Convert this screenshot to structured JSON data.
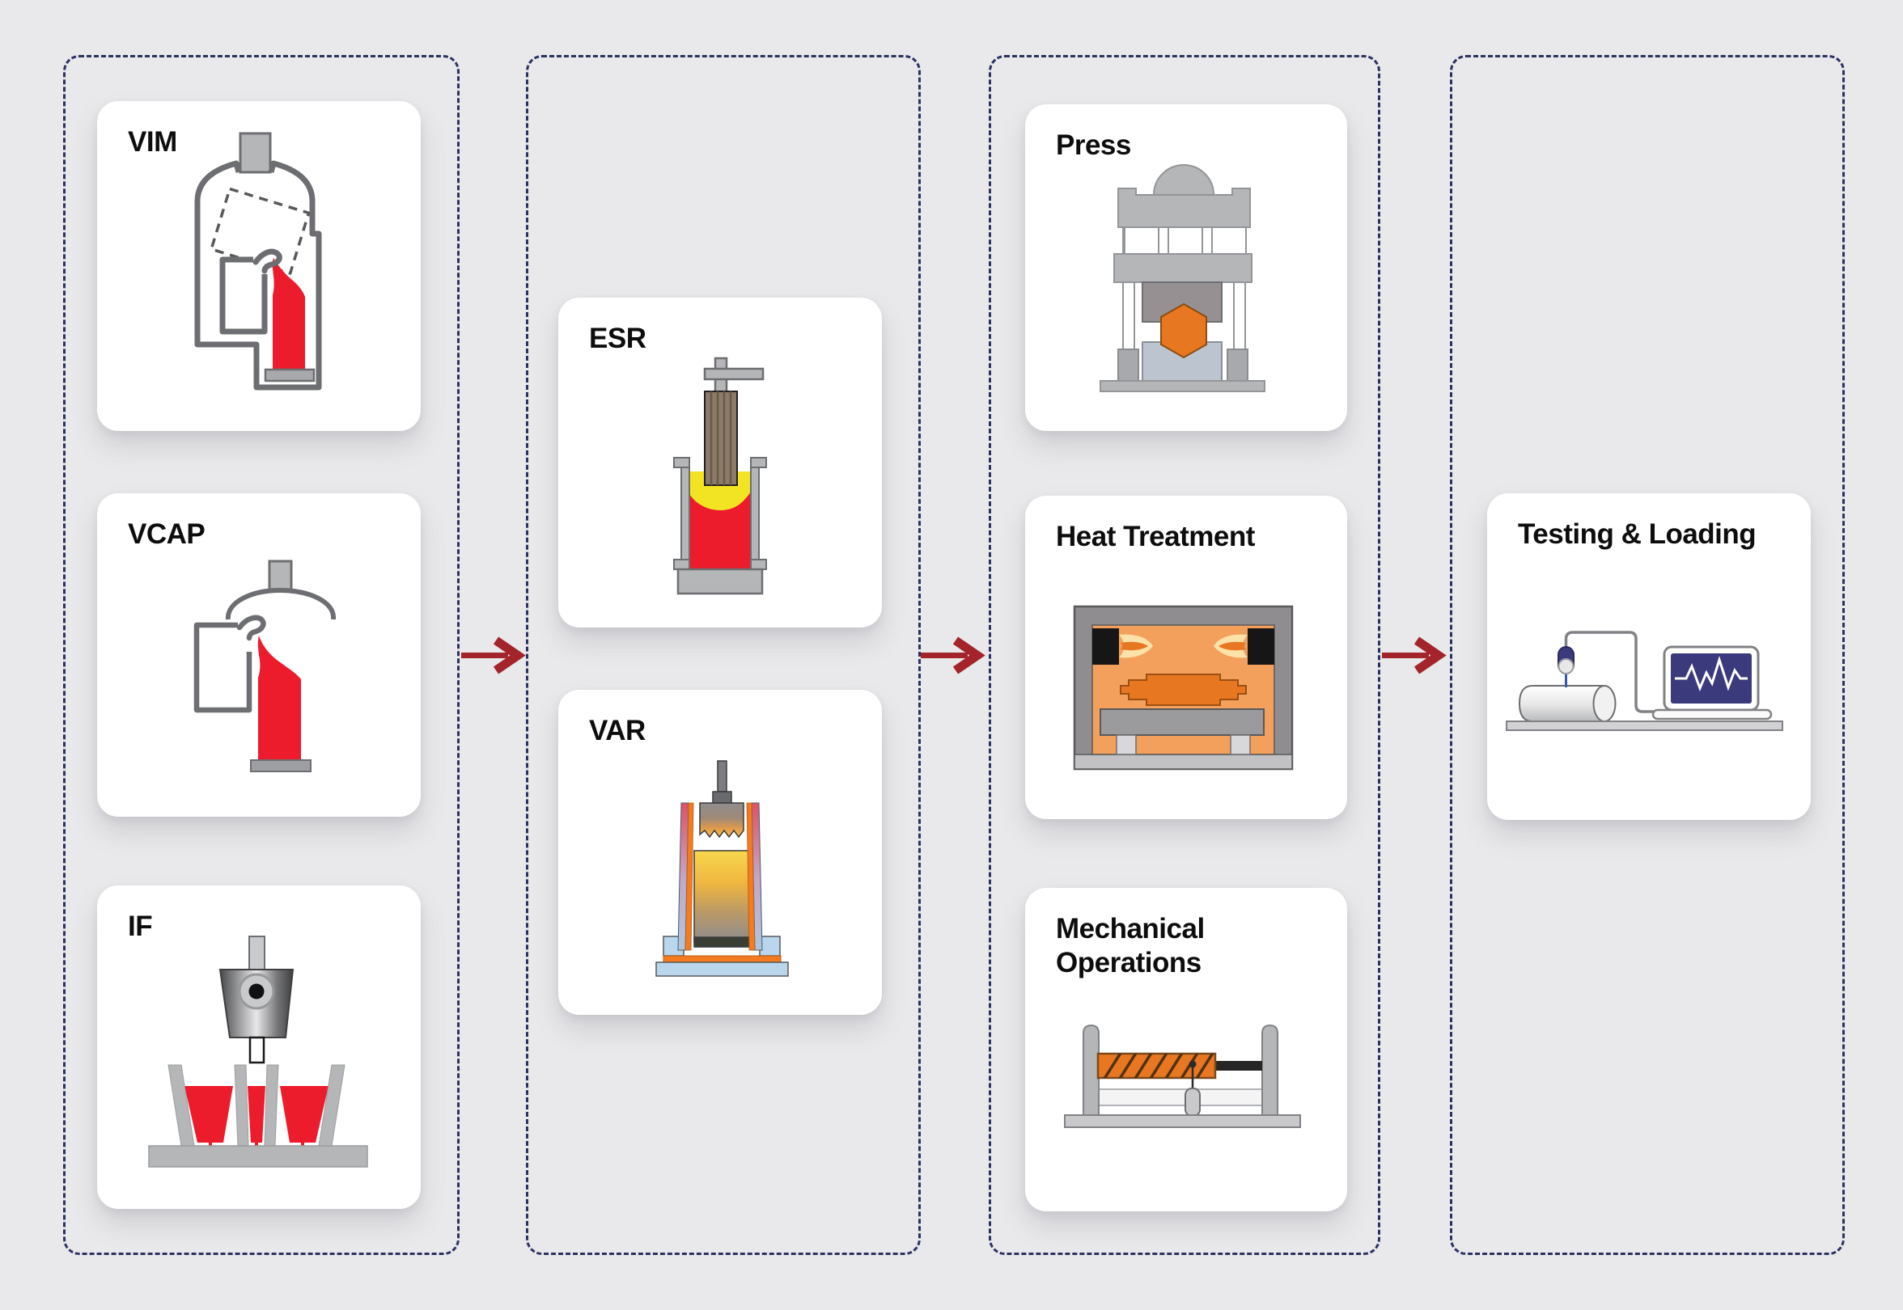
{
  "palette": {
    "background": "#e9e9eb",
    "card_background": "#ffffff",
    "stage_dashed_border": "#2b3262",
    "arrow_red": "#a3242b",
    "molten_red": "#ec1c2c",
    "outline_gray": "#6d6e71",
    "metal_gray": "#b4b6b8",
    "slag_yellow": "#f3e423",
    "electrode_brown": "#8d7b69",
    "hot_orange": "#e87722",
    "furnace_orange": "#f3a05c",
    "water_blue": "#b9d6ec",
    "screen_navy": "#3b3a7d"
  },
  "stages": [
    {
      "cards": [
        {
          "label": "VIM",
          "icon": "vacuum-induction-melting-furnace"
        },
        {
          "label": "VCAP",
          "icon": "vacuum-pouring-crucible"
        },
        {
          "label": "IF",
          "icon": "induction-furnace-casting"
        }
      ]
    },
    {
      "cards": [
        {
          "label": "ESR",
          "icon": "electroslag-remelting-furnace"
        },
        {
          "label": "VAR",
          "icon": "vacuum-arc-remelting-furnace"
        }
      ]
    },
    {
      "cards": [
        {
          "label": "Press",
          "icon": "forging-press"
        },
        {
          "label": "Heat Treatment",
          "icon": "heat-treatment-furnace"
        },
        {
          "label": "Mechanical Operations",
          "icon": "lathe-machining"
        }
      ]
    },
    {
      "cards": [
        {
          "label": "Testing & Loading",
          "icon": "ultrasonic-testing-station"
        }
      ]
    }
  ],
  "arrows": {
    "count": 3,
    "direction": "right",
    "color": "#a3242b"
  }
}
